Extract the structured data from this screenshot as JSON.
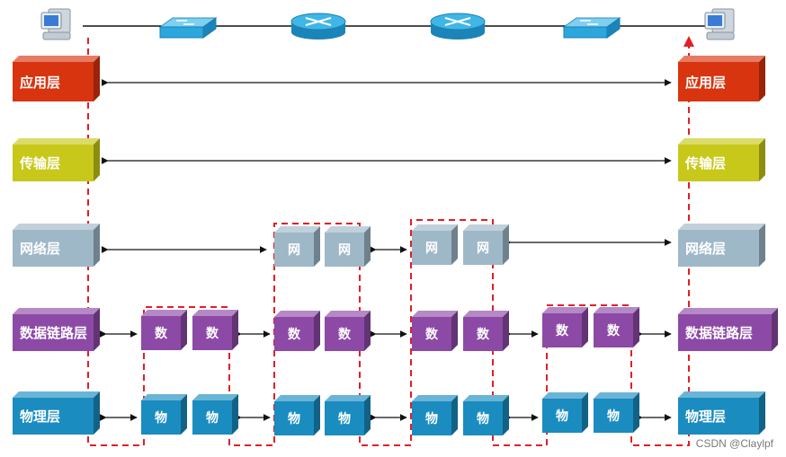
{
  "network_devices": [
    {
      "type": "computer",
      "name": "host-left-icon"
    },
    {
      "type": "switch",
      "name": "switch-1-icon"
    },
    {
      "type": "router",
      "name": "router-1-icon"
    },
    {
      "type": "router",
      "name": "router-2-icon"
    },
    {
      "type": "switch",
      "name": "switch-2-icon"
    },
    {
      "type": "computer",
      "name": "host-right-icon"
    }
  ],
  "layers": {
    "application": "应用层",
    "transport": "传输层",
    "network": "网络层",
    "datalink": "数据链路层",
    "physical": "物理层"
  },
  "node_labels": {
    "network": "网",
    "datalink": "数",
    "physical": "物"
  },
  "colors": {
    "application": "#d7340f",
    "transport": "#c8c81a",
    "network": "#9fb8c8",
    "datalink": "#8c4aa6",
    "physical": "#1a8cc0",
    "path": "#e31e24"
  },
  "watermark": "CSDN @Claylpf"
}
